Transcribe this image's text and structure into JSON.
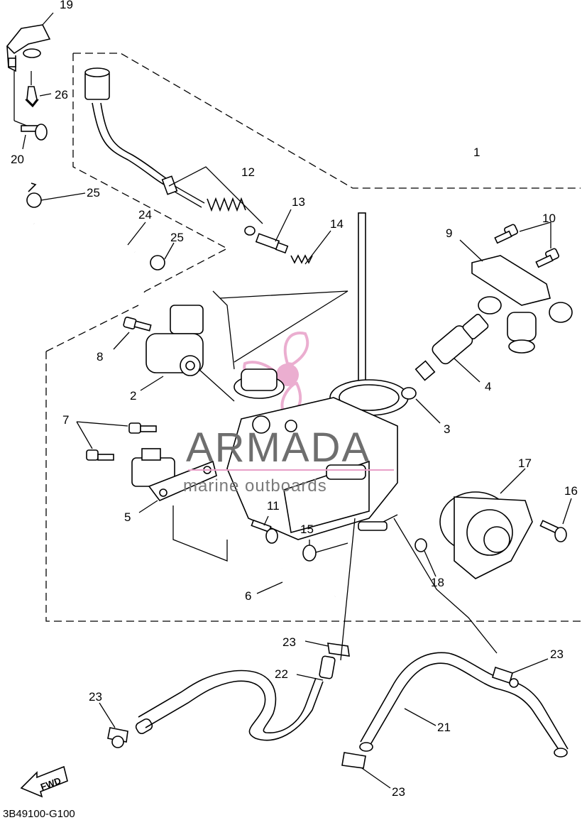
{
  "diagram_code": "3B49100-G100",
  "watermark": {
    "title": "ARMADA",
    "subtitle": "marine outboards",
    "accent_color": "#e8a0c8"
  },
  "fwd_label": "FWD",
  "callouts": {
    "c1": "1",
    "c2": "2",
    "c3": "3",
    "c4": "4",
    "c5": "5",
    "c6": "6",
    "c7": "7",
    "c8": "8",
    "c9": "9",
    "c10": "10",
    "c11": "11",
    "c12": "12",
    "c13": "13",
    "c14": "14",
    "c15": "15",
    "c16": "16",
    "c17": "17",
    "c18": "18",
    "c19": "19",
    "c20": "20",
    "c21": "21",
    "c22": "22",
    "c23a": "23",
    "c23b": "23",
    "c23c": "23",
    "c23d": "23",
    "c24": "24",
    "c25a": "25",
    "c25b": "25",
    "c26": "26"
  },
  "colors": {
    "ink": "#000000",
    "background": "#ffffff",
    "watermark_grey": "#6e6e6e"
  }
}
